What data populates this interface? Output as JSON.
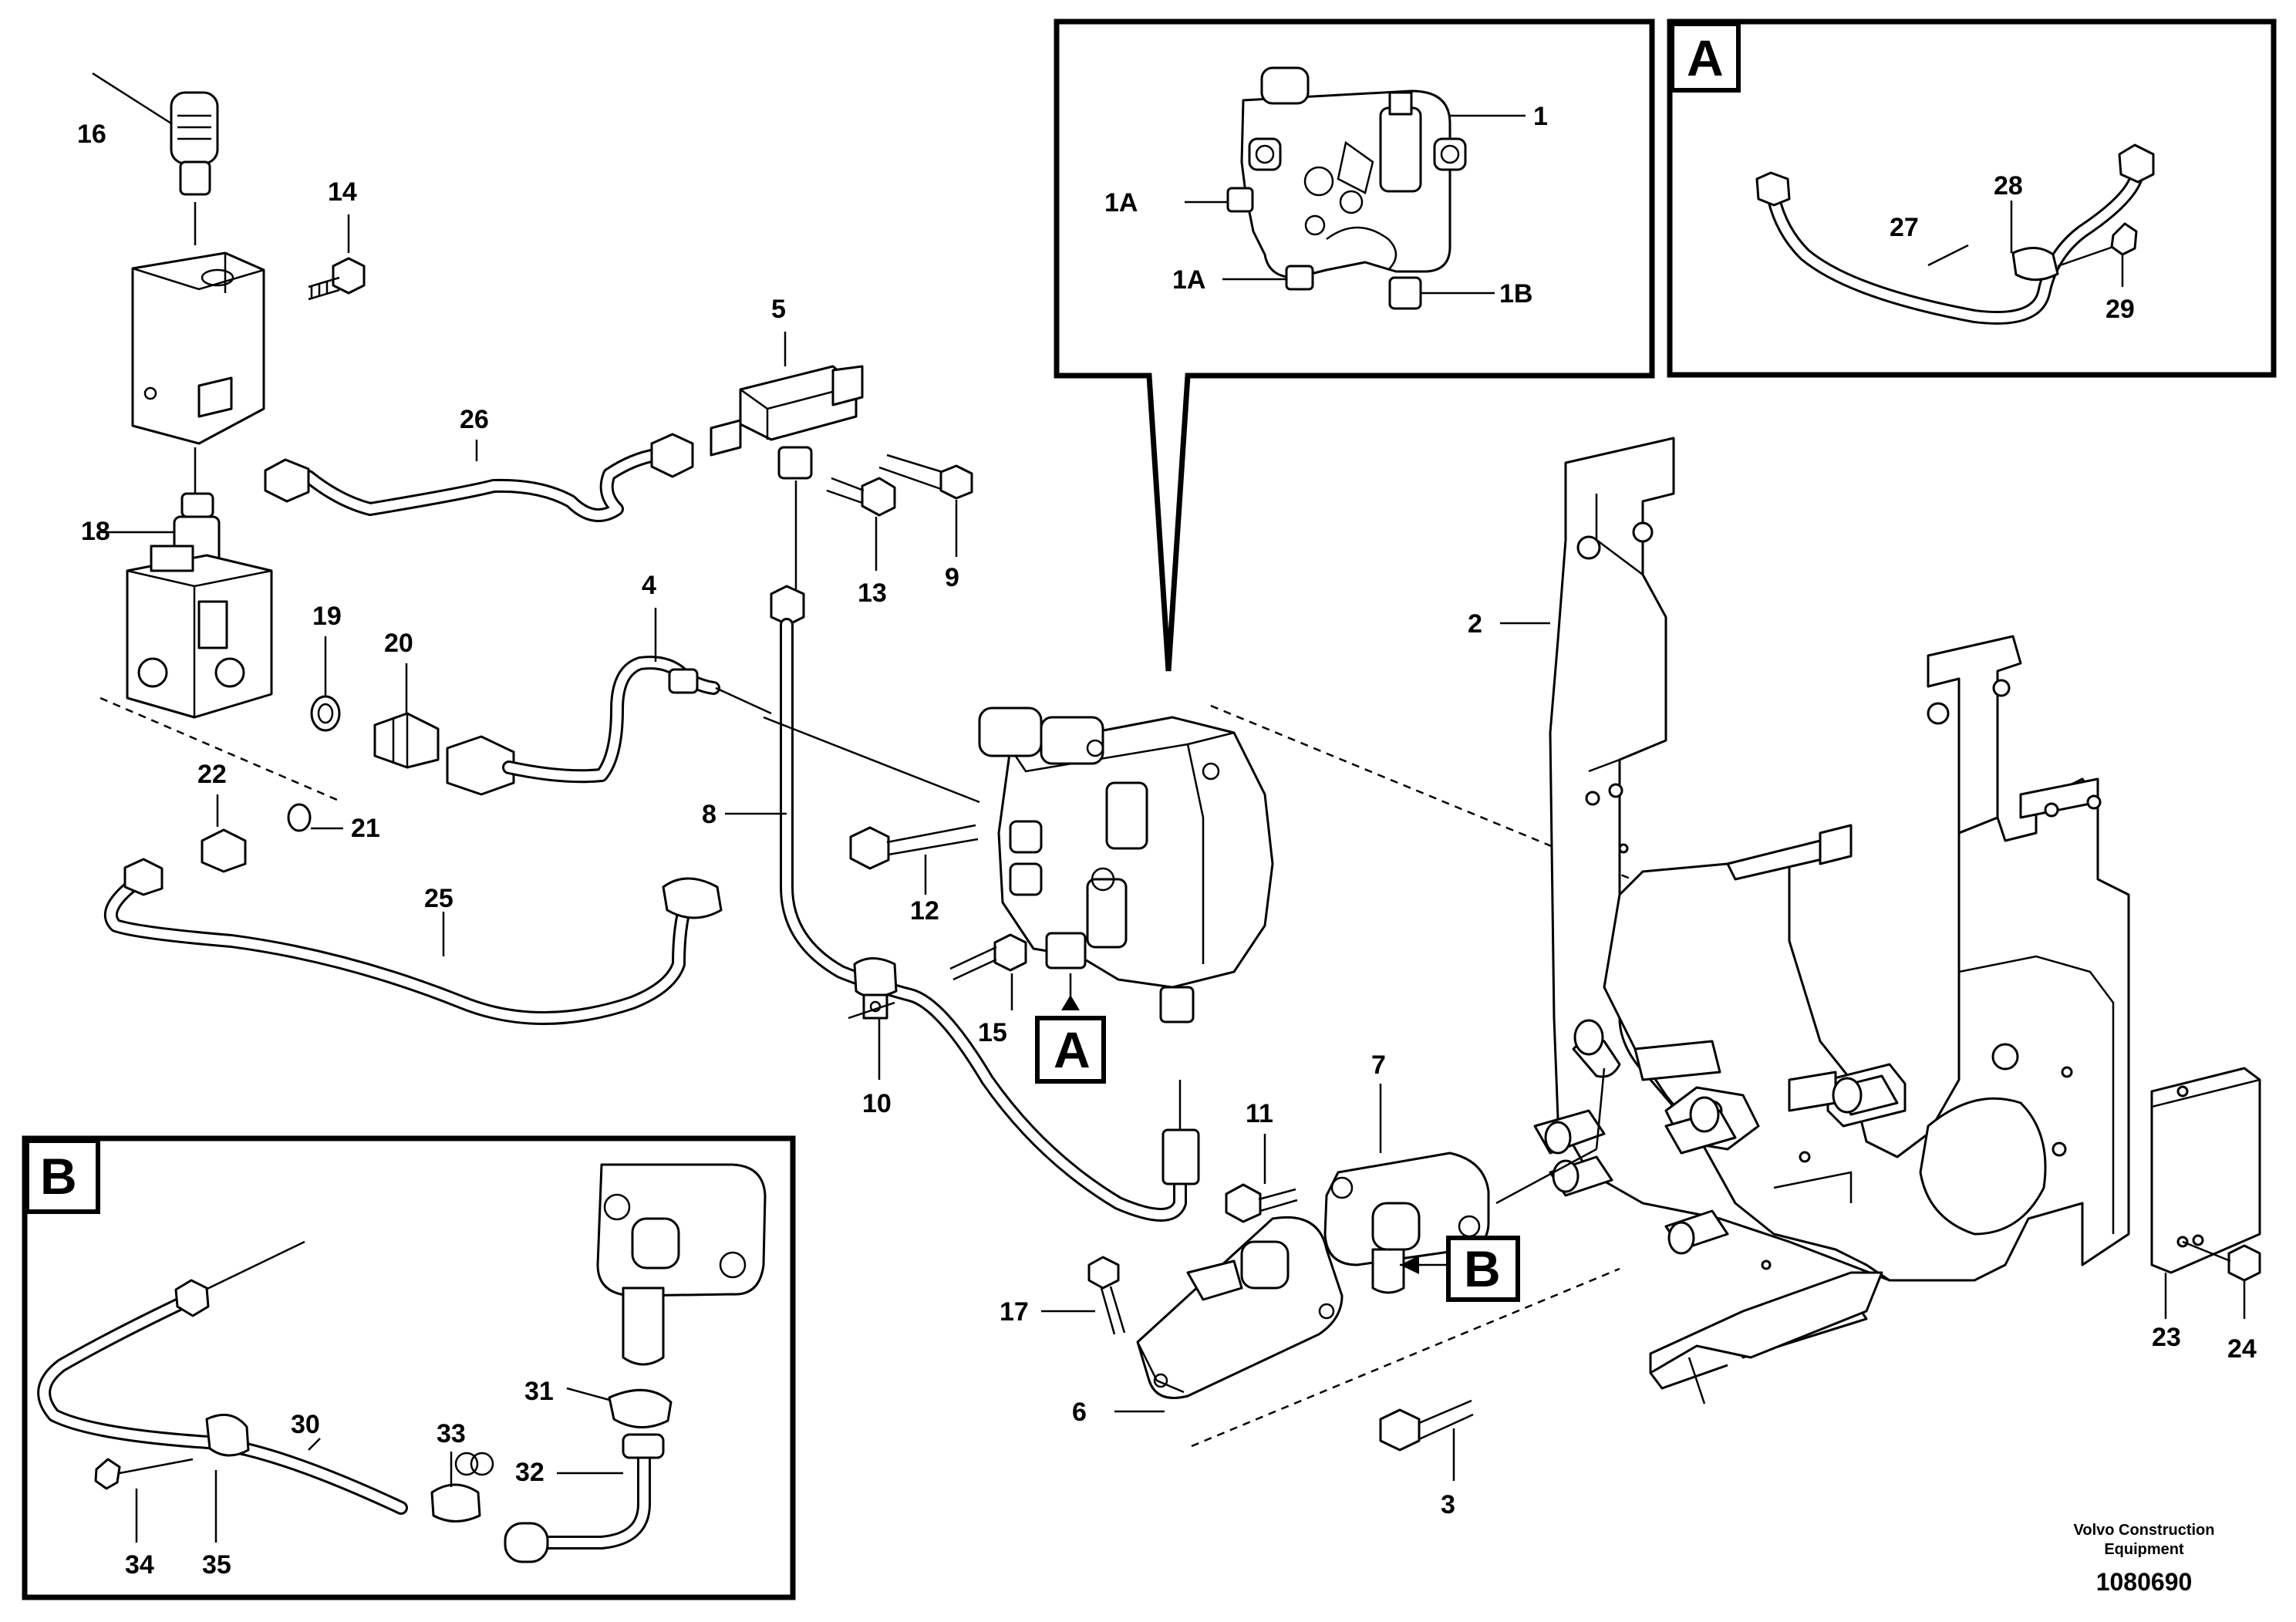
{
  "diagram": {
    "callouts": {
      "p1": "1",
      "p1a_upper": "1A",
      "p1a_lower": "1A",
      "p1b": "1B",
      "p2": "2",
      "p3": "3",
      "p4": "4",
      "p5": "5",
      "p6": "6",
      "p7": "7",
      "p8": "8",
      "p9": "9",
      "p10": "10",
      "p11": "11",
      "p12": "12",
      "p13": "13",
      "p14": "14",
      "p15": "15",
      "p16": "16",
      "p17": "17",
      "p18": "18",
      "p19": "19",
      "p20": "20",
      "p21": "21",
      "p22": "22",
      "p23": "23",
      "p24": "24",
      "p25": "25",
      "p26": "26",
      "p27": "27",
      "p28": "28",
      "p29": "29",
      "p30": "30",
      "p31": "31",
      "p32": "32",
      "p33": "33",
      "p34": "34",
      "p35": "35"
    },
    "view_labels": {
      "detail_a_box": "A",
      "detail_b_box": "B",
      "ref_a": "A",
      "ref_b": "B"
    },
    "footer": {
      "company_line1": "Volvo Construction",
      "company_line2": "Equipment",
      "drawing_number": "1080690"
    }
  }
}
